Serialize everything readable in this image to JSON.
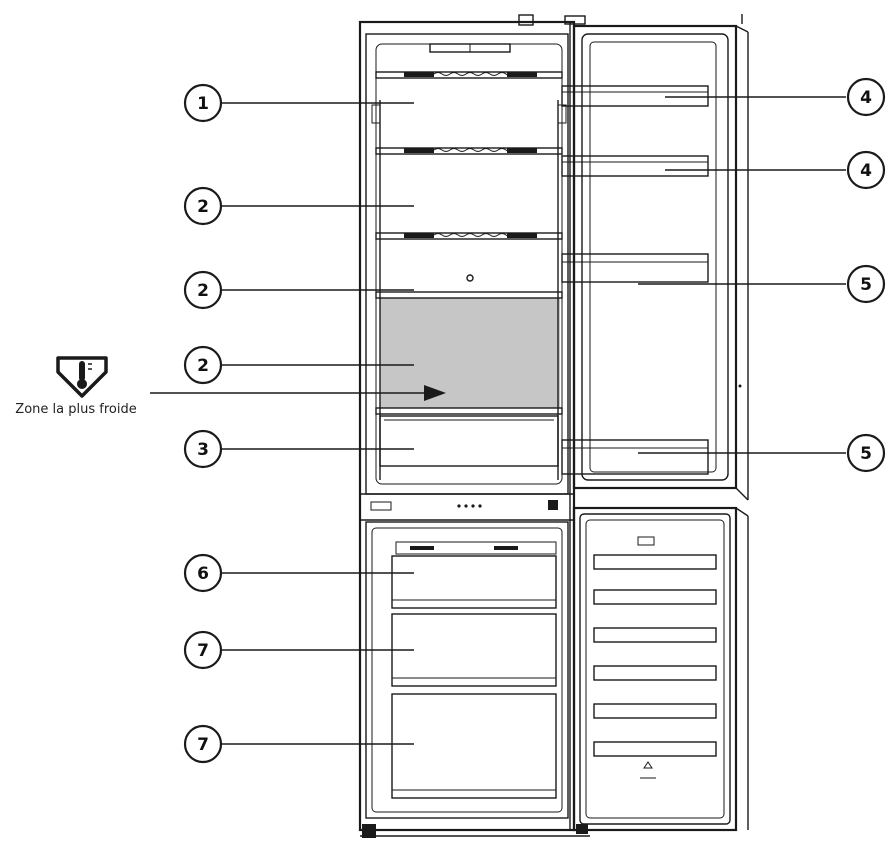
{
  "callouts_left": [
    {
      "label": "1"
    },
    {
      "label": "2"
    },
    {
      "label": "2"
    },
    {
      "label": "2"
    },
    {
      "label": "3"
    },
    {
      "label": "6"
    },
    {
      "label": "7"
    },
    {
      "label": "7"
    }
  ],
  "callouts_right": [
    {
      "label": "4"
    },
    {
      "label": "4"
    },
    {
      "label": "5"
    },
    {
      "label": "5"
    }
  ],
  "coldest_zone": {
    "caption": "Zone la plus froide",
    "highlight_color": "#c6c6c6",
    "icon": "coldest-zone-thermometer-icon"
  },
  "colors": {
    "line": "#1a1a1a",
    "background": "#ffffff"
  }
}
